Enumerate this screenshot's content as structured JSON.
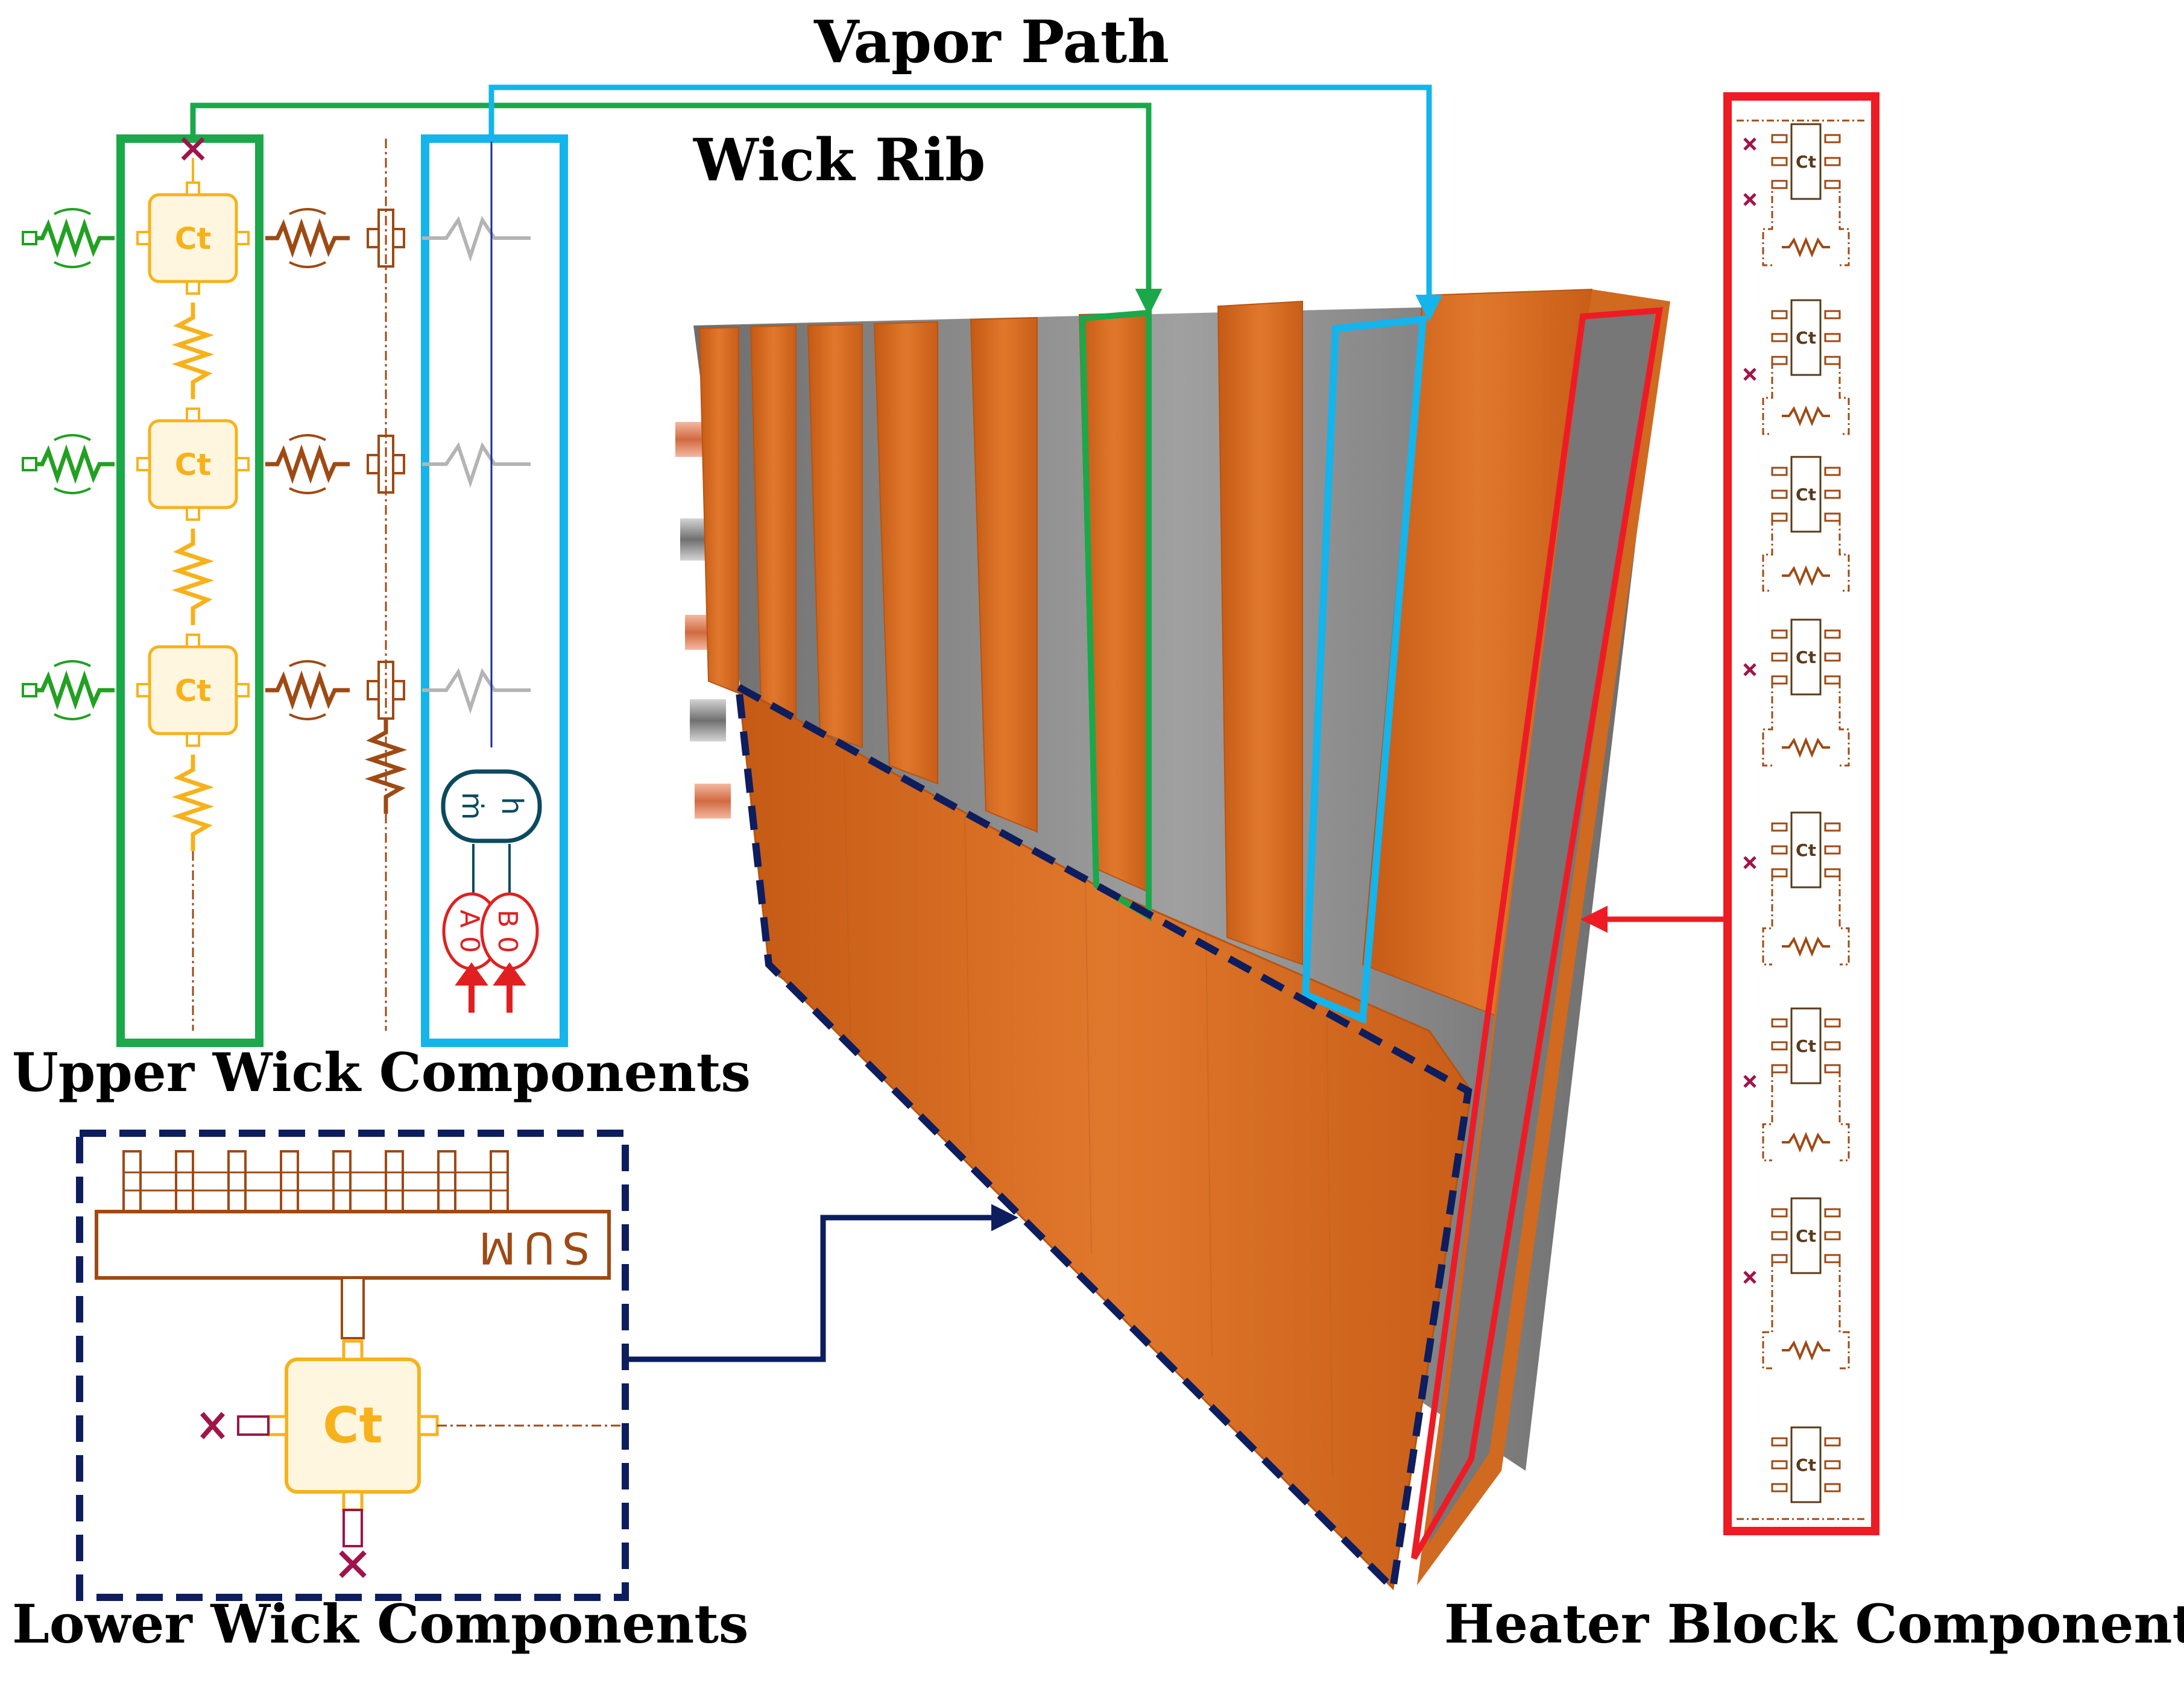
{
  "labels": {
    "vapor_path": "Vapor Path",
    "wick_rib": "Wick Rib",
    "upper_wick": "Upper Wick Components",
    "lower_wick": "Lower Wick Components",
    "heater_block": "Heater Block Components"
  },
  "blocks": {
    "ct": "Ct",
    "sum": "SUM",
    "mdot": "ṁ",
    "enthalpy": "h",
    "a_zero": "A 0",
    "b_zero": "B 0"
  },
  "colors": {
    "upper_frame": "#1aa84a",
    "vapor_frame": "#14b4ec",
    "lower_frame": "#0d1d5e",
    "heater_frame": "#ee1b24",
    "ct_block": "#f7b21b",
    "resistor_brown": "#9e4a14",
    "resistor_green": "#22a022",
    "copper": "#d66d22",
    "steel": "#8a8a8a",
    "flow_red": "#e02020",
    "sensor_teal": "#0b4a5e"
  },
  "icons": [
    "thermal-capacitor-icon",
    "thermal-resistor-icon",
    "sum-block-icon",
    "flow-source-icon",
    "boundary-cross-icon"
  ]
}
